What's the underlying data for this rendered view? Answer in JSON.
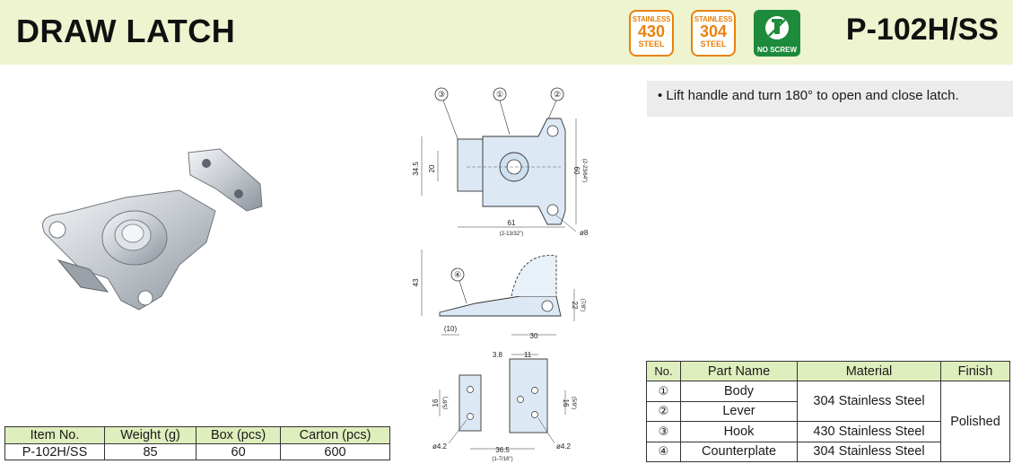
{
  "header": {
    "title": "DRAW LATCH",
    "part_number": "P-102H/SS",
    "badges": [
      {
        "top": "STAINLESS",
        "number": "430",
        "bottom": "STEEL"
      },
      {
        "top": "STAINLESS",
        "number": "304",
        "bottom": "STEEL"
      }
    ],
    "no_screw_label": "NO SCREW"
  },
  "colors": {
    "header_bg": "#edf4cf",
    "badge_orange": "#e8820c",
    "badge_green": "#1e8a3c",
    "table_header": "#dfeebd"
  },
  "feature_note": "• Lift handle and turn 180° to open and close latch.",
  "drawing": {
    "callouts": [
      "③",
      "①",
      "②",
      "④"
    ],
    "top_view": {
      "height_overall": "34.5",
      "height_inner": "20",
      "width": "61",
      "width_inch": "(2-13/32\")",
      "height_right": "60",
      "height_right_inch": "(2-23/64\")",
      "hole": "ø8"
    },
    "side_view": {
      "height": "43",
      "height_right": "22",
      "height_right_inch": "(7/8\")",
      "offset": "(10)",
      "length": "30"
    },
    "strike_view": {
      "dim_a": "3.8",
      "dim_b": "11",
      "height_left": "16",
      "height_left_inch": "(5/8\")",
      "height_right": "16",
      "height_right_inch": "(5/8\")",
      "hole_left": "ø4.2",
      "hole_right": "ø4.2",
      "width": "36.5",
      "width_inch": "(1-7/16\")"
    }
  },
  "spec_table": {
    "headers": [
      "Item No.",
      "Weight (g)",
      "Box (pcs)",
      "Carton (pcs)"
    ],
    "row": [
      "P-102H/SS",
      "85",
      "60",
      "600"
    ]
  },
  "material_table": {
    "headers": [
      "No.",
      "Part Name",
      "Material",
      "Finish"
    ],
    "rows": [
      {
        "no": "①",
        "name": "Body"
      },
      {
        "no": "②",
        "name": "Lever"
      },
      {
        "no": "③",
        "name": "Hook"
      },
      {
        "no": "④",
        "name": "Counterplate"
      }
    ],
    "materials": [
      "304 Stainless Steel",
      "430 Stainless Steel",
      "304 Stainless Steel"
    ],
    "finish": "Polished"
  }
}
